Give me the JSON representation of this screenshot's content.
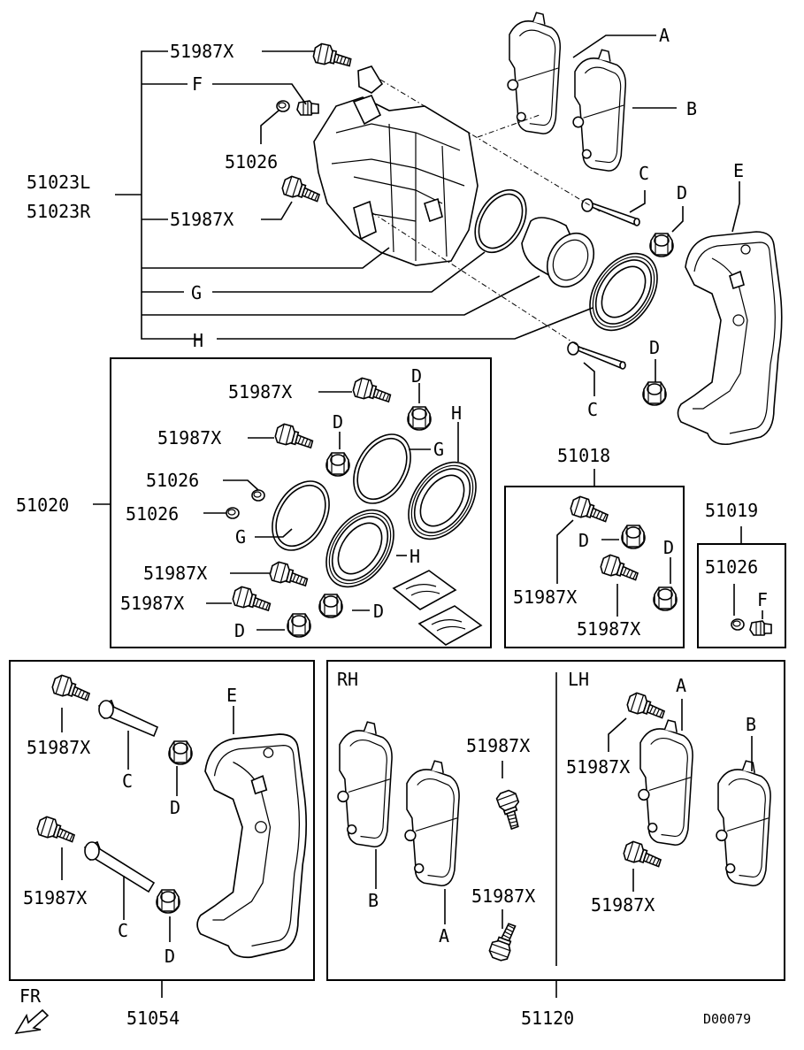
{
  "labels": {
    "bolt": "51987X",
    "bleeder_cap": "51026",
    "caliper_l": "51023L",
    "caliper_r": "51023R",
    "seal_kit": "51020",
    "bushing_kit": "51018",
    "cap_kit": "51019",
    "bracket_kit": "51054",
    "pad_kit": "51120",
    "ref_code": "D00079",
    "front": "FR",
    "rh": "RH",
    "lh": "LH"
  },
  "letters": {
    "A": "A",
    "B": "B",
    "C": "C",
    "D": "D",
    "E": "E",
    "F": "F",
    "G": "G",
    "H": "H"
  }
}
